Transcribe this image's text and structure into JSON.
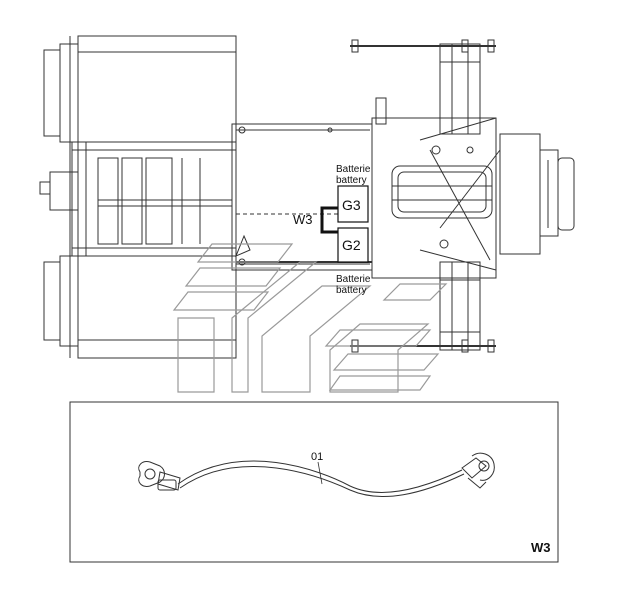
{
  "labels": {
    "battery_top_line1": "Batterie",
    "battery_top_line2": "battery",
    "battery_bottom_line1": "Batterie",
    "battery_bottom_line2": "battery",
    "cable_callout": "W3",
    "battery_g3": "G3",
    "battery_g2": "G2",
    "part_number": "01",
    "detail_title": "W3"
  },
  "colors": {
    "line": "#333333",
    "highlight": "#111111",
    "watermark": "#9a9a9a",
    "background": "#ffffff"
  }
}
